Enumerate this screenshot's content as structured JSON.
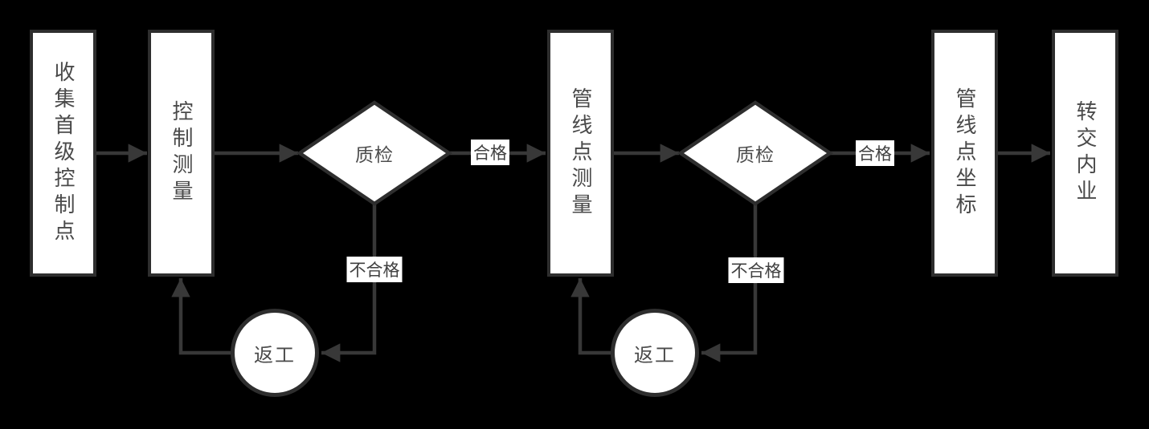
{
  "diagram": {
    "background_color": "#000000",
    "line_color": "#383838",
    "node_fill_color": "#ffffff",
    "node_border_color": "#2e2e2e",
    "text_color": "#4a4a4a",
    "nodes": {
      "collect_control_points": {
        "label": "收集首级控制点",
        "type": "process"
      },
      "control_survey": {
        "label": "控制测量",
        "type": "process"
      },
      "quality_check_1": {
        "label": "质检",
        "type": "decision"
      },
      "pipeline_point_survey": {
        "label": "管线点测量",
        "type": "process"
      },
      "quality_check_2": {
        "label": "质检",
        "type": "decision"
      },
      "pipeline_point_coords": {
        "label": "管线点坐标",
        "type": "process"
      },
      "transfer_to_office": {
        "label": "转交内业",
        "type": "process"
      },
      "rework_1": {
        "label": "返工",
        "type": "circle"
      },
      "rework_2": {
        "label": "返工",
        "type": "circle"
      }
    },
    "edge_labels": {
      "pass_1": "合格",
      "fail_1": "不合格",
      "pass_2": "合格",
      "fail_2": "不合格"
    }
  }
}
